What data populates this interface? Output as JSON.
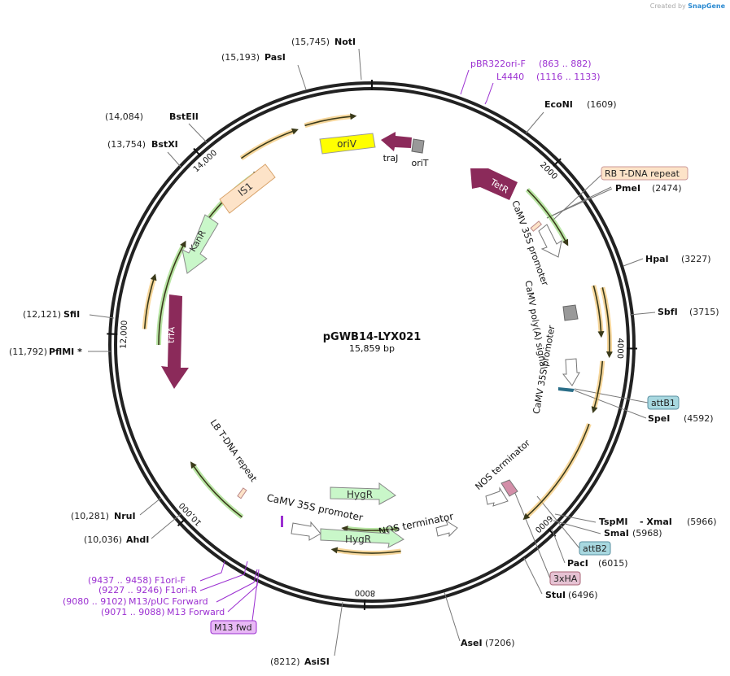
{
  "creator": {
    "prefix": "Created by",
    "brand": "SnapGene"
  },
  "plasmid": {
    "name": "pGWB14-LYX021",
    "length_label": "15,859 bp",
    "length": 15859
  },
  "ticks": [
    {
      "bp": 2000,
      "label": "2000"
    },
    {
      "bp": 4000,
      "label": "4000"
    },
    {
      "bp": 6000,
      "label": "6000"
    },
    {
      "bp": 8000,
      "label": "8000"
    },
    {
      "bp": 10000,
      "label": "10,000"
    },
    {
      "bp": 12000,
      "label": "12,000"
    },
    {
      "bp": 14000,
      "label": "14,000"
    }
  ],
  "sites": [
    {
      "name": "NotI",
      "pos": "(15,745)",
      "side": "left"
    },
    {
      "name": "PasI",
      "pos": "(15,193)",
      "side": "left"
    },
    {
      "name": "BstEII",
      "pos": "(14,084)",
      "side": "left"
    },
    {
      "name": "BstXI",
      "pos": "(13,754)",
      "side": "left"
    },
    {
      "name": "SfiI",
      "pos": "(12,121)",
      "side": "left"
    },
    {
      "name": "PflMI *",
      "pos": "(11,792)",
      "side": "left"
    },
    {
      "name": "NruI",
      "pos": "(10,281)",
      "side": "left"
    },
    {
      "name": "AhdI",
      "pos": "(10,036)",
      "side": "left"
    },
    {
      "name": "AsiSI",
      "pos": "(8212)",
      "side": "left"
    },
    {
      "name": "EcoNI",
      "pos": "(1609)",
      "side": "right"
    },
    {
      "name": "PmeI",
      "pos": "(2474)",
      "side": "right"
    },
    {
      "name": "HpaI",
      "pos": "(3227)",
      "side": "right"
    },
    {
      "name": "SbfI",
      "pos": "(3715)",
      "side": "right"
    },
    {
      "name": "SpeI",
      "pos": "(4592)",
      "side": "right"
    },
    {
      "name": "TspMI",
      "pos": "",
      "side": "right"
    },
    {
      "name": "- XmaI",
      "pos": "(5966)",
      "side": "right"
    },
    {
      "name": "SmaI",
      "pos": "(5968)",
      "side": "right"
    },
    {
      "name": "PacI",
      "pos": "(6015)",
      "side": "right"
    },
    {
      "name": "StuI",
      "pos": "(6496)",
      "side": "right"
    },
    {
      "name": "AseI",
      "pos": "(7206)",
      "side": "right"
    }
  ],
  "primers": [
    {
      "name": "pBR322ori-F",
      "range": "(863 .. 882)"
    },
    {
      "name": "L4440",
      "range": "(1116 .. 1133)"
    },
    {
      "name": "F1ori-F",
      "range": "(9437 .. 9458)"
    },
    {
      "name": "F1ori-R",
      "range": "(9227 .. 9246)"
    },
    {
      "name": "M13/pUC Forward",
      "range": "(9080 .. 9102)"
    },
    {
      "name": "M13 Forward",
      "range": "(9071 .. 9088)"
    }
  ],
  "boxed_labels": [
    {
      "text": "RB T-DNA repeat",
      "color": "#fde3c8"
    },
    {
      "text": "attB1",
      "color": "#a8d8e0"
    },
    {
      "text": "attB2",
      "color": "#a8d8e0"
    },
    {
      "text": "3xHA",
      "color": "#e6c2d3"
    },
    {
      "text": "M13 fwd",
      "color": "#e8b8f5"
    }
  ],
  "features": [
    {
      "text": "oriV",
      "color": "#ffff00"
    },
    {
      "text": "traJ",
      "color": "#8b2a5a"
    },
    {
      "text": "oriT",
      "color": "#999999"
    },
    {
      "text": "TetR",
      "color": "#8b2a5a"
    },
    {
      "text": "IS1",
      "color": "#fde3c8"
    },
    {
      "text": "KanR",
      "color": "#c9f7c9"
    },
    {
      "text": "trfA",
      "color": "#8b2a5a"
    },
    {
      "text": "CaMV 35S promoter"
    },
    {
      "text": "CaMV poly(A) signal"
    },
    {
      "text": "CaMV 35S promoter"
    },
    {
      "text": "NOS terminator"
    },
    {
      "text": "LB T-DNA repeat"
    },
    {
      "text": "CaMV 35S promoter"
    },
    {
      "text": "NOS terminator"
    },
    {
      "text": "HygR",
      "color": "#c9f7c9"
    },
    {
      "text": "HygR",
      "color": "#c9f7c9"
    }
  ],
  "colors": {
    "backbone": "#222222",
    "orf_orange": "#f0b64b",
    "orf_green": "#7ecf59",
    "primer": "#9b2fd1",
    "feature_magenta": "#8b2a5a"
  }
}
